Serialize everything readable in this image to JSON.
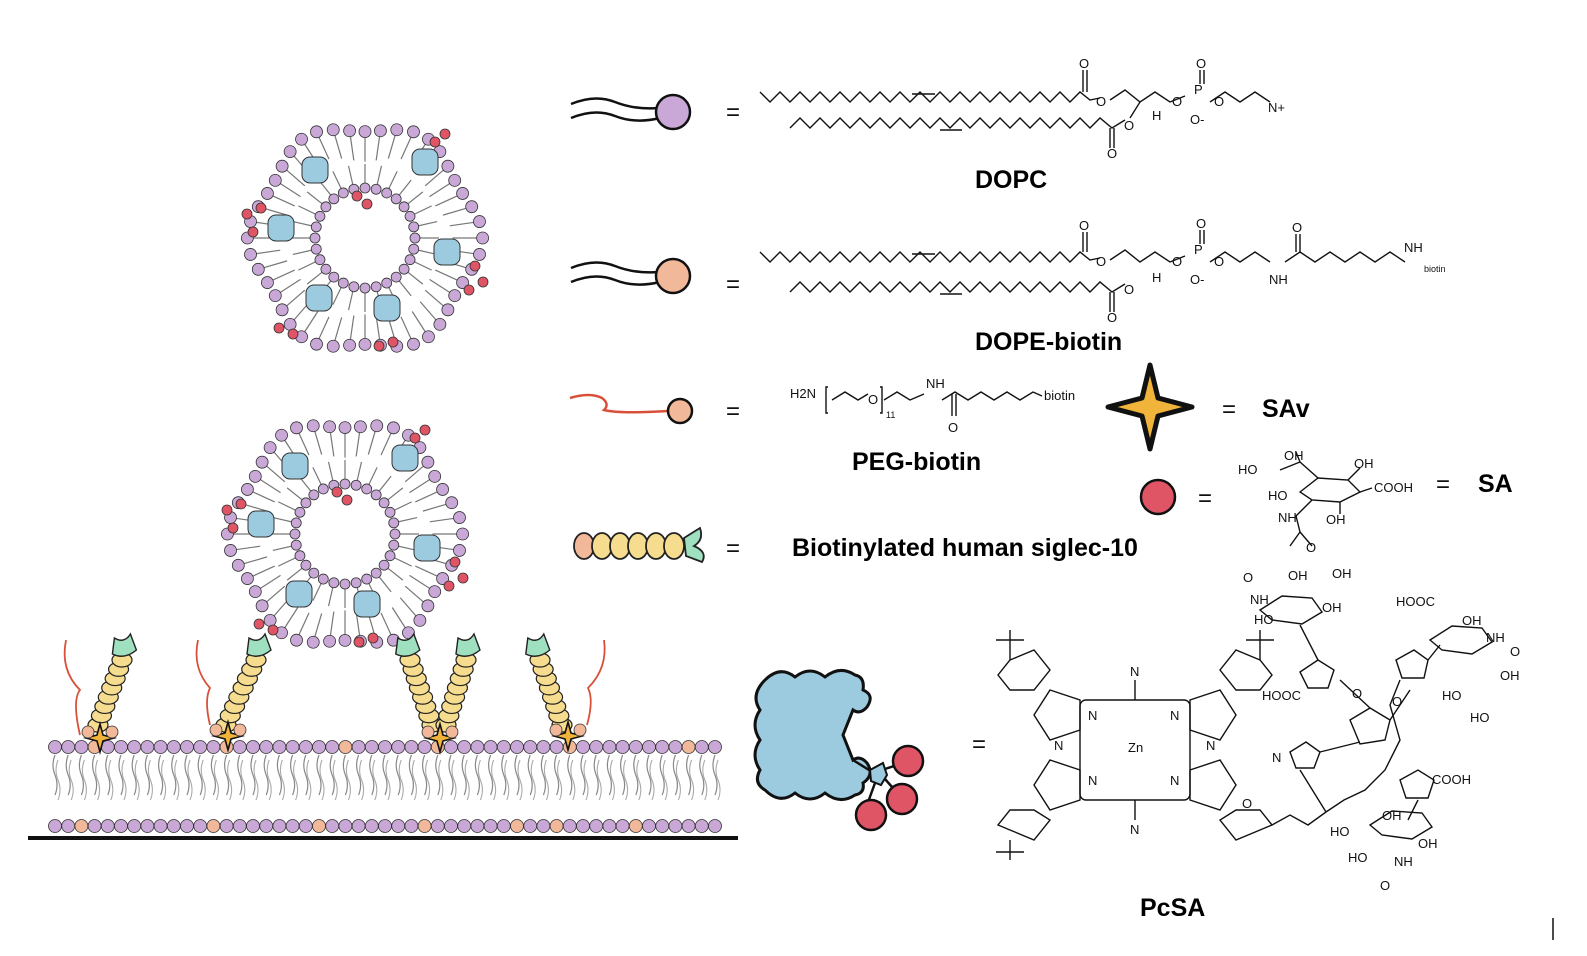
{
  "labels": {
    "dopc": "DOPC",
    "dope_biotin": "DOPE-biotin",
    "peg_biotin": "PEG-biotin",
    "sav": "SAv",
    "sa": "SA",
    "siglec": "Biotinylated human siglec-10",
    "pcsa": "PcSA",
    "equals": "="
  },
  "chem_text": {
    "biotin": "biotin",
    "h2n": "H2N",
    "n": "N",
    "nh": "NH",
    "h": "H",
    "o": "O",
    "o_minus": "O-",
    "p": "P",
    "n_plus": "N+",
    "zn": "Zn",
    "subscript_11": "11",
    "oh": "OH",
    "ho": "HO",
    "cooh": "COOH",
    "hooc": "HOOC"
  },
  "colors": {
    "dopc_head": "#c9a8d8",
    "dope_biotin_head": "#f2b89a",
    "peg_head": "#f2b89a",
    "peg_tail": "#d9503a",
    "siglec_bead": "#f6dc8e",
    "siglec_tip": "#9fe0c0",
    "pc_body": "#9ccbe0",
    "sa_red": "#e05566",
    "sav_gold": "#f0b43a",
    "outline": "#111111"
  }
}
